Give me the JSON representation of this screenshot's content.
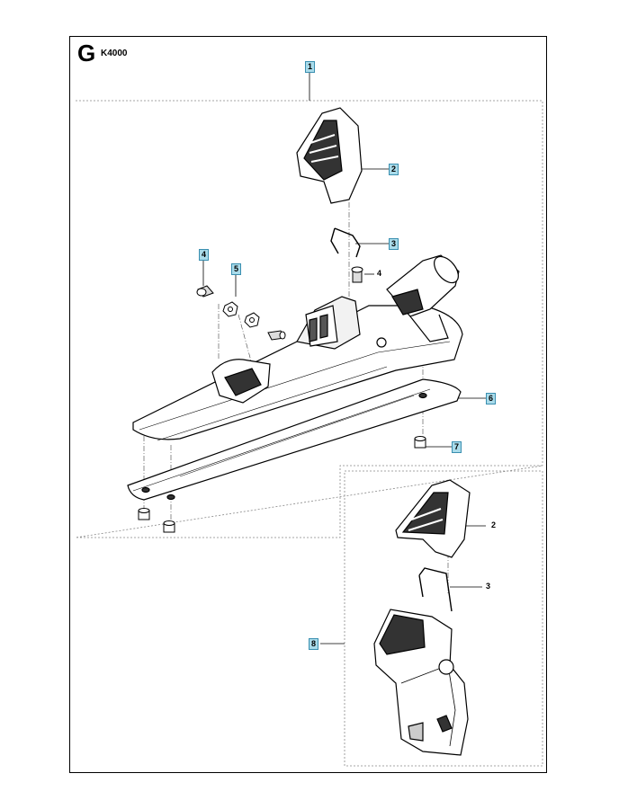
{
  "header": {
    "section": "G",
    "model": "K4000"
  },
  "callouts": {
    "c1": "1",
    "c2_top": "2",
    "c3_top": "3",
    "c4_left": "4",
    "c4_right": "4",
    "c5": "5",
    "c6": "6",
    "c7": "7",
    "c2_inset": "2",
    "c3_inset": "3",
    "c8": "8"
  },
  "colors": {
    "highlight_fill": "#a9dbea",
    "highlight_border": "#3a8fb0",
    "line": "#000000"
  }
}
